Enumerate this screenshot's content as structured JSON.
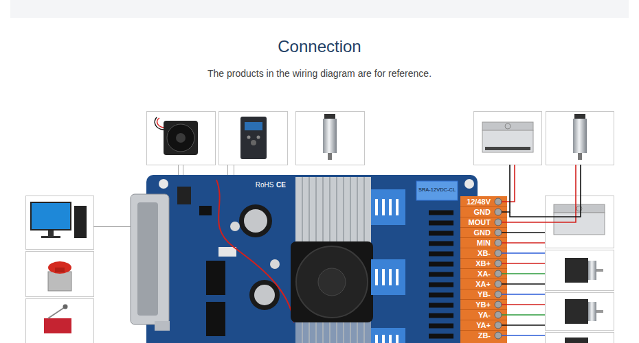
{
  "diagram": {
    "title": "Connection",
    "caption": "The products in the wiring diagram are for reference.",
    "nodes": [
      {
        "text": [
          "12/48V"
        ]
      },
      {
        "text": [
          "GND"
        ]
      },
      {
        "text": [
          "MOUT"
        ]
      },
      {
        "text": [
          "GND"
        ]
      },
      {
        "text": [
          "MIN"
        ]
      },
      {
        "text": [
          "XB-"
        ]
      },
      {
        "text": [
          "XB+"
        ]
      },
      {
        "text": [
          "XA-"
        ]
      },
      {
        "text": [
          "XA+"
        ]
      },
      {
        "text": [
          "YB-"
        ]
      },
      {
        "text": [
          "YB+"
        ]
      },
      {
        "text": [
          "YA-"
        ]
      },
      {
        "text": [
          "YA+"
        ]
      },
      {
        "text": [
          "ZB-"
        ]
      }
    ],
    "labels": [
      "RoHS",
      "CE",
      "SRA-12VDC-CL"
    ]
  }
}
